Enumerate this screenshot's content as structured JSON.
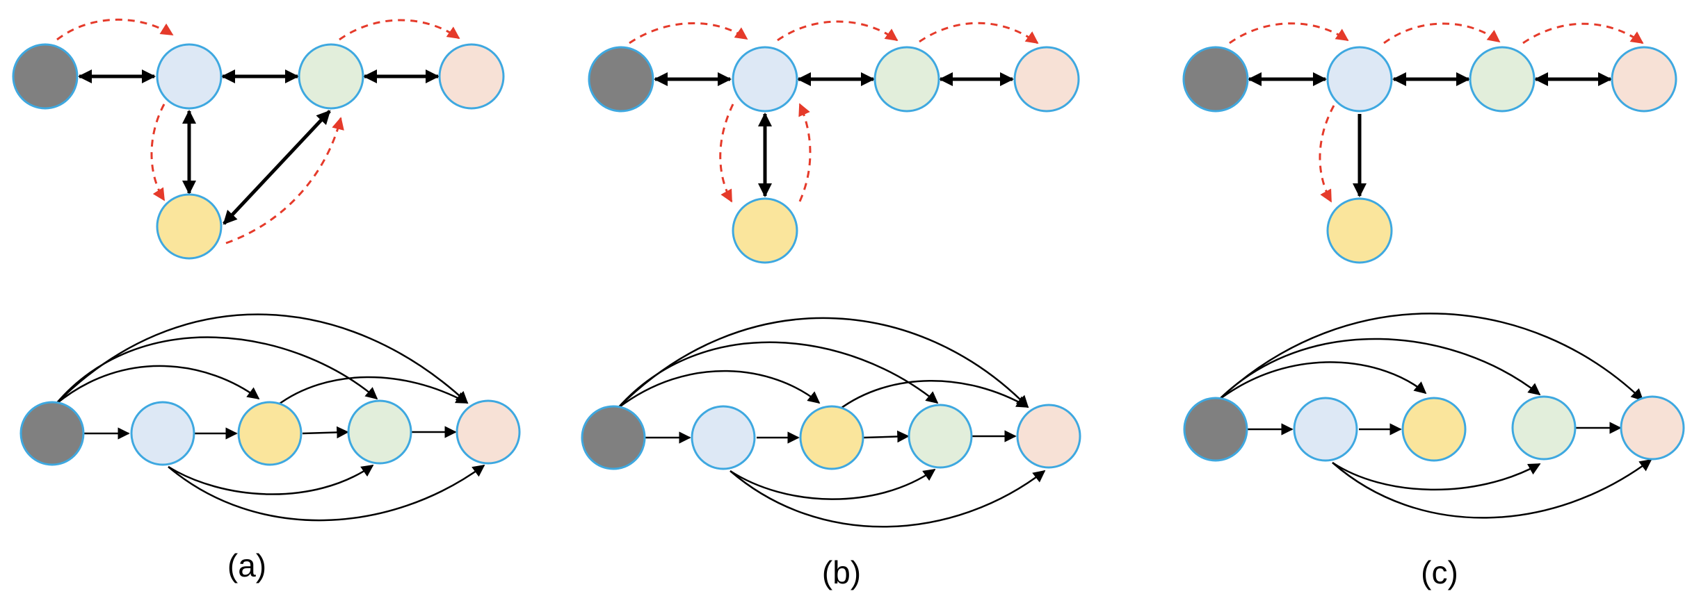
{
  "captions": [
    "(a)",
    "(b)",
    "(c)"
  ],
  "colors": {
    "node_dark": "#808080",
    "node_blue": "#dde8f5",
    "node_green": "#e2eedb",
    "node_peach": "#f7e1d6",
    "node_yellow": "#fae59c",
    "node_outline": "#3ea8e0",
    "edge": "#000000",
    "flow_arrow": "#e53a2a"
  },
  "nodes": [
    {
      "id": "dark",
      "color_key": "node_dark"
    },
    {
      "id": "blue",
      "color_key": "node_blue"
    },
    {
      "id": "green",
      "color_key": "node_green"
    },
    {
      "id": "peach",
      "color_key": "node_peach"
    },
    {
      "id": "yellow",
      "color_key": "node_yellow"
    }
  ],
  "panels": [
    {
      "id": "a",
      "caption_index": 0,
      "top_graph": {
        "bidirectional_edges": [
          [
            "dark",
            "blue"
          ],
          [
            "blue",
            "green"
          ],
          [
            "green",
            "peach"
          ],
          [
            "blue",
            "yellow"
          ],
          [
            "yellow",
            "green"
          ]
        ],
        "directed_edges": [],
        "flow_arrows": [
          [
            "dark",
            "blue"
          ],
          [
            "green",
            "peach"
          ],
          [
            "blue",
            "yellow"
          ],
          [
            "yellow",
            "green"
          ]
        ]
      },
      "bottom_graph": {
        "order": [
          "dark",
          "blue",
          "yellow",
          "green",
          "peach"
        ],
        "edges": [
          [
            "dark",
            "blue"
          ],
          [
            "blue",
            "yellow"
          ],
          [
            "yellow",
            "green"
          ],
          [
            "green",
            "peach"
          ],
          [
            "dark",
            "yellow"
          ],
          [
            "dark",
            "green"
          ],
          [
            "dark",
            "peach"
          ],
          [
            "yellow",
            "peach"
          ],
          [
            "blue",
            "green"
          ],
          [
            "blue",
            "peach"
          ]
        ]
      }
    },
    {
      "id": "b",
      "caption_index": 1,
      "top_graph": {
        "bidirectional_edges": [
          [
            "dark",
            "blue"
          ],
          [
            "blue",
            "green"
          ],
          [
            "green",
            "peach"
          ],
          [
            "blue",
            "yellow"
          ]
        ],
        "directed_edges": [],
        "flow_arrows": [
          [
            "dark",
            "blue"
          ],
          [
            "blue",
            "green"
          ],
          [
            "green",
            "peach"
          ],
          [
            "blue",
            "yellow"
          ],
          [
            "yellow",
            "blue"
          ]
        ]
      },
      "bottom_graph": {
        "order": [
          "dark",
          "blue",
          "yellow",
          "green",
          "peach"
        ],
        "edges": [
          [
            "dark",
            "blue"
          ],
          [
            "blue",
            "yellow"
          ],
          [
            "yellow",
            "green"
          ],
          [
            "green",
            "peach"
          ],
          [
            "dark",
            "yellow"
          ],
          [
            "dark",
            "green"
          ],
          [
            "dark",
            "peach"
          ],
          [
            "yellow",
            "peach"
          ],
          [
            "blue",
            "green"
          ],
          [
            "blue",
            "peach"
          ]
        ]
      }
    },
    {
      "id": "c",
      "caption_index": 2,
      "top_graph": {
        "bidirectional_edges": [
          [
            "dark",
            "blue"
          ],
          [
            "blue",
            "green"
          ],
          [
            "green",
            "peach"
          ]
        ],
        "directed_edges": [
          [
            "blue",
            "yellow"
          ]
        ],
        "flow_arrows": [
          [
            "dark",
            "blue"
          ],
          [
            "blue",
            "green"
          ],
          [
            "green",
            "peach"
          ],
          [
            "blue",
            "yellow"
          ]
        ]
      },
      "bottom_graph": {
        "order": [
          "dark",
          "blue",
          "yellow",
          "green",
          "peach"
        ],
        "edges": [
          [
            "dark",
            "blue"
          ],
          [
            "blue",
            "yellow"
          ],
          [
            "green",
            "peach"
          ],
          [
            "dark",
            "yellow"
          ],
          [
            "dark",
            "green"
          ],
          [
            "dark",
            "peach"
          ],
          [
            "blue",
            "green"
          ],
          [
            "blue",
            "peach"
          ]
        ]
      }
    }
  ]
}
